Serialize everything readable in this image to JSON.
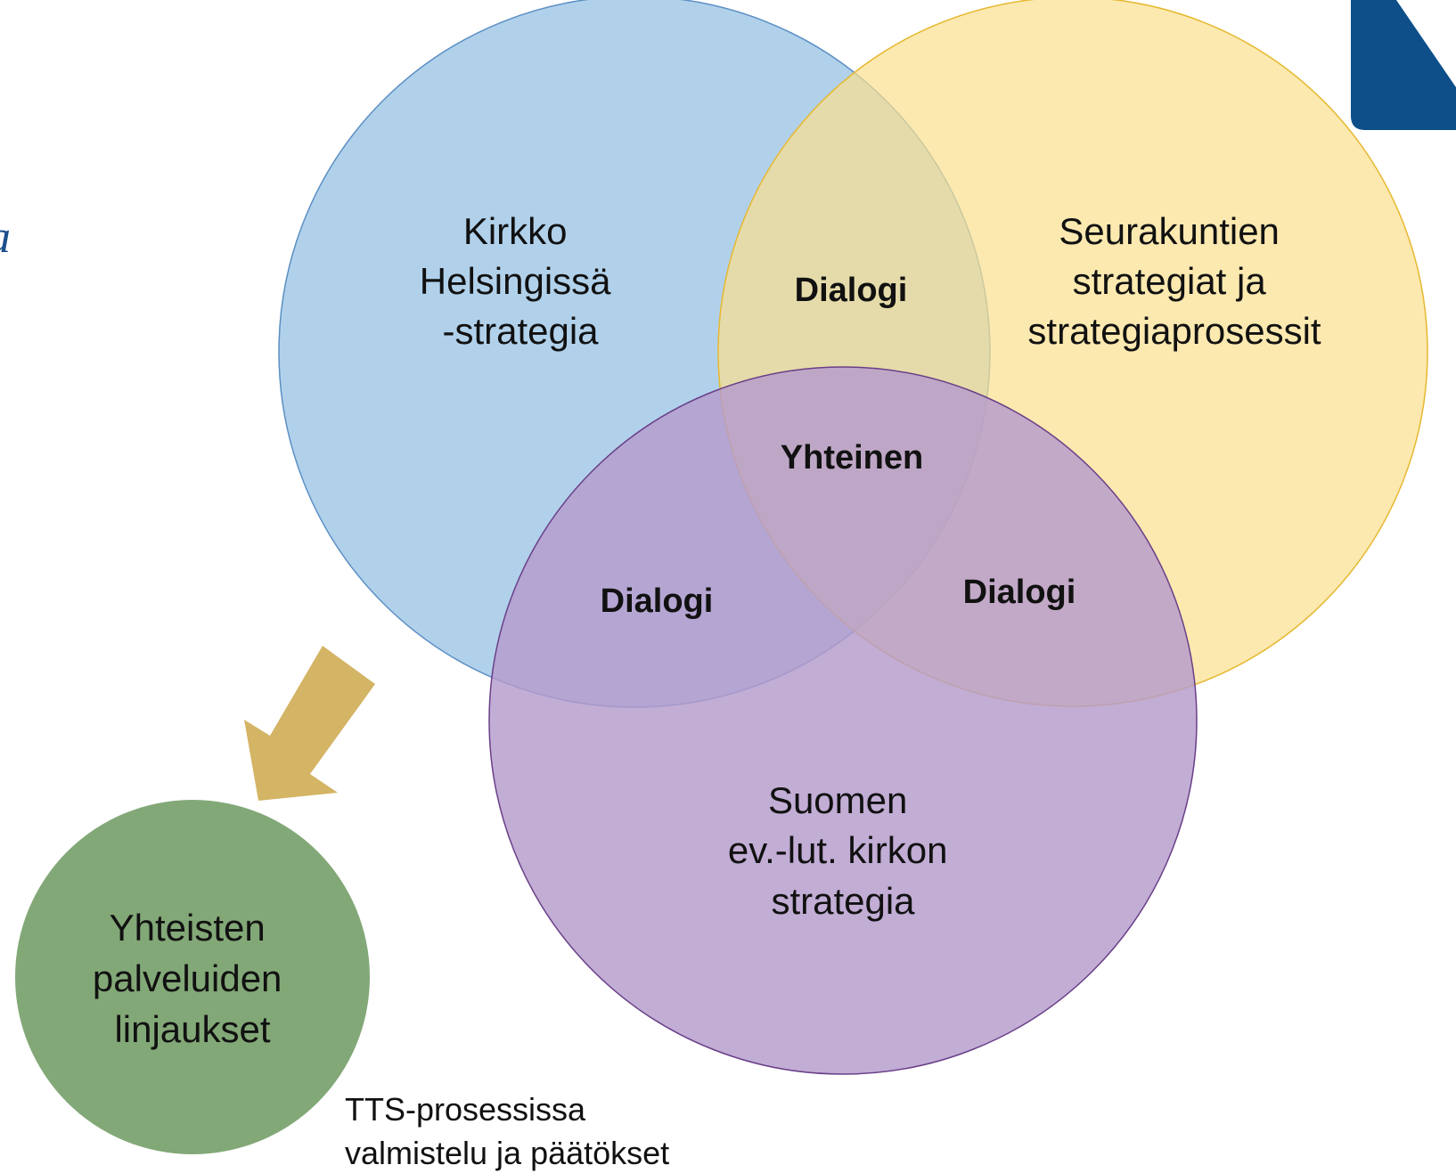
{
  "circles": {
    "kirkko": {
      "lines": [
        "Kirkko",
        "Helsingissä",
        "-strategia"
      ],
      "color": "#a6cbe8"
    },
    "seurakuntien": {
      "lines": [
        "Seurakuntien",
        "strategiat ja",
        "strategiaprosessit"
      ],
      "color": "#fbe08e"
    },
    "suomen": {
      "lines": [
        "Suomen",
        "ev.-lut. kirkon",
        "strategia"
      ],
      "color": "#b49bcc"
    },
    "yhteisten": {
      "lines": [
        "Yhteisten",
        "palveluiden",
        "linjaukset"
      ],
      "color": "#82a877"
    }
  },
  "overlaps": {
    "top": "Dialogi",
    "center": "Yhteinen",
    "left": "Dialogi",
    "right": "Dialogi"
  },
  "note": {
    "lines": [
      "TTS-prosessissa",
      "valmistelu ja päätökset"
    ]
  },
  "arrow": {
    "color": "#d4b465"
  },
  "corner_logo": {
    "color": "#0e4f8a"
  },
  "partial_left_text": "a"
}
